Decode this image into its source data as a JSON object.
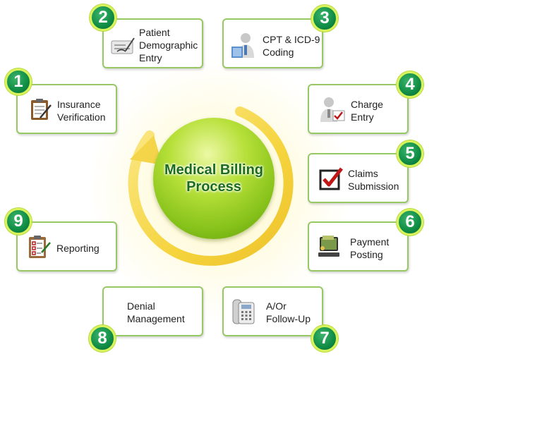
{
  "center": {
    "title": "Medical Billing Process"
  },
  "steps": [
    {
      "number": "1",
      "label": "Insurance\nVerification",
      "icon": "clipboard-icon"
    },
    {
      "number": "2",
      "label": "Patient\nDemographic\nEntry",
      "icon": "check-document-icon"
    },
    {
      "number": "3",
      "label": "CPT & ICD-9\nCoding",
      "icon": "doctor-icon"
    },
    {
      "number": "4",
      "label": "Charge\nEntry",
      "icon": "doctor-checklist-icon"
    },
    {
      "number": "5",
      "label": "Claims\nSubmission",
      "icon": "checkbox-icon"
    },
    {
      "number": "6",
      "label": "Payment\nPosting",
      "icon": "computer-money-icon"
    },
    {
      "number": "7",
      "label": "A/Or\nFollow-Up",
      "icon": "phone-icon"
    },
    {
      "number": "8",
      "label": "Denial\nManagement",
      "icon": ""
    },
    {
      "number": "9",
      "label": "Reporting",
      "icon": "checklist-icon"
    }
  ],
  "colors": {
    "card_border": "#96c864",
    "badge_fill": "#0f8c45",
    "badge_ring": "#d8f25a",
    "center_text": "#1d6b1d",
    "arc": "#f2cf34"
  }
}
